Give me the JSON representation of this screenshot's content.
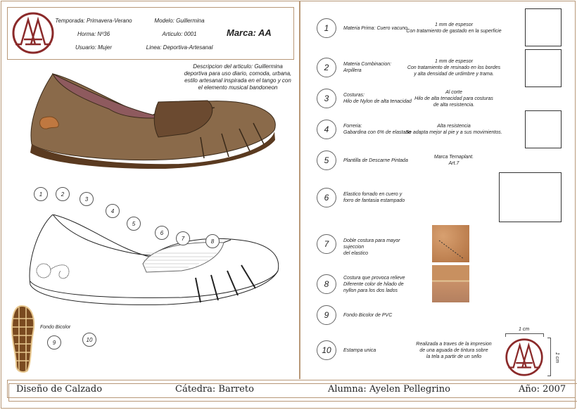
{
  "header": {
    "temporada": "Temporada: Primavera-Verano",
    "modelo": "Modelo: Guillermina",
    "horma": "Horma: Nº36",
    "articulo": "Articulo: 0001",
    "usuario": "Usuario: Mujer",
    "linea": "Linea: Deportiva-Artesanal",
    "marca": "Marca: AA",
    "logo_text": "AA"
  },
  "description": "Descripcion del articulo: Guillermina deportiva para uso diario, comoda, urbana, estilo artesanal inspirada en el tango y con el elemento musical bandoneon",
  "callouts": [
    "1",
    "2",
    "3",
    "4",
    "5",
    "6",
    "7",
    "8",
    "9",
    "10"
  ],
  "sole_label": "Fondo Bicolor",
  "items": [
    {
      "num": "1",
      "label": "Materia Prima: Cuero vacuno",
      "detail": "1 mm de espesor\nCon tratamiento de gastado en la superficie"
    },
    {
      "num": "2",
      "label": "Materia Combinacion:\nArpillera",
      "detail": "1 mm de espesor\nCon tratamiento de resinado en los bordes\ny alta densidad de urdimbre y trama."
    },
    {
      "num": "3",
      "label": "Costuras:\nHilo de Nylon de alta tenacidad",
      "detail": "Al corte\nHilo de alta tenacidad para costuras\nde alta resistencia."
    },
    {
      "num": "4",
      "label": "Forreria:\nGabardina con 6% de elastano",
      "detail": "Alta resistencia\nSe adapta mejor al pie y a sus movimientos."
    },
    {
      "num": "5",
      "label": "Plantilla de Descarne Pintada",
      "detail": "Marca Ternaplant.\nArt.7"
    },
    {
      "num": "6",
      "label": "Elastico forrado en cuero y\nforro de fantasia estampado",
      "detail": ""
    },
    {
      "num": "7",
      "label": "Doble costura para mayor sujeccion\ndel elastico",
      "detail": ""
    },
    {
      "num": "8",
      "label": "Costura que provoca relieve\nDiferente color de hilado de\nnyllon para los dos lados",
      "detail": ""
    },
    {
      "num": "9",
      "label": "Fondo Bicolor de PVC",
      "detail": ""
    },
    {
      "num": "10",
      "label": "Estampa unica",
      "detail": "Realizada a traves de la impresion\nde una aguada de tintura sobre\nla tela a partir de un sello"
    }
  ],
  "stamp": {
    "width_label": "1 cm",
    "height_label": "1 cm"
  },
  "footer": {
    "course": "Diseño de Calzado",
    "catedra": "Cátedra: Barreto",
    "alumna": "Alumna: Ayelen Pellegrino",
    "anio": "Año: 2007"
  },
  "colors": {
    "frame": "#b89878",
    "logo": "#8b2a2a",
    "leather": "#8a6a4a",
    "lining": "#8e5a5e"
  }
}
